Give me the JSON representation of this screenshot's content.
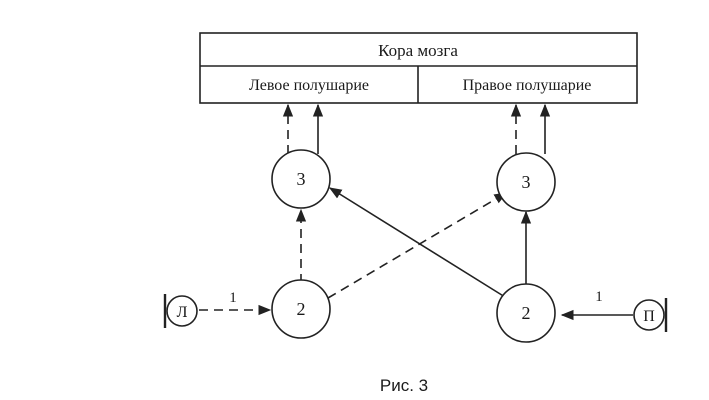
{
  "cortex": {
    "title": "Кора мозга",
    "left_hemisphere": "Левое полушарие",
    "right_hemisphere": "Правое полушарие"
  },
  "nodes": {
    "left_level3": "3",
    "right_level3": "3",
    "left_level2": "2",
    "right_level2": "2",
    "left_receptor": "Л",
    "right_receptor": "П"
  },
  "edges": {
    "left_input_label": "1",
    "right_input_label": "1"
  },
  "caption": "Рис. 3"
}
